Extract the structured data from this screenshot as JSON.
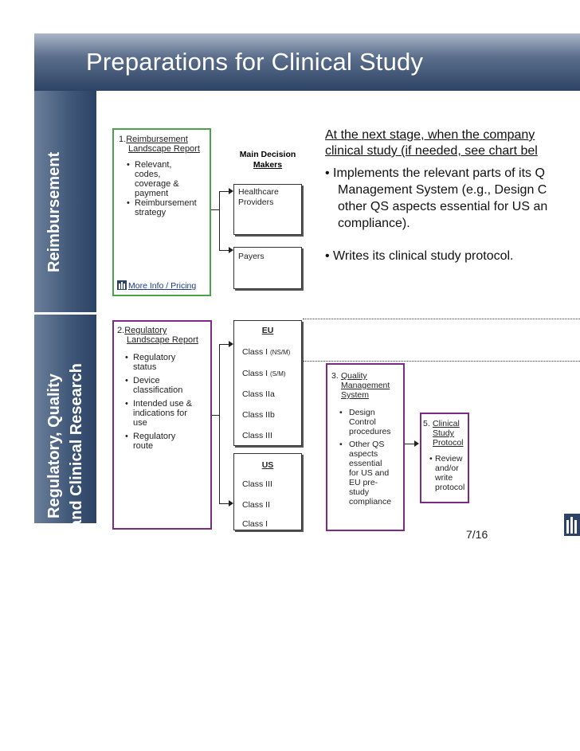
{
  "title": "Preparations for Clinical Study",
  "side_labels": {
    "reimbursement": "Reimbursement",
    "regulatory_line1": "Regulatory, Quality",
    "regulatory_line2": "and Clinical Research"
  },
  "reimb_report": {
    "number": "1.",
    "title_line1": "Reimbursement",
    "title_line2": "Landscape Report",
    "bullets": [
      "Relevant, codes, coverage & payment",
      "Reimbursement strategy"
    ],
    "b1": [
      "Relevant,",
      "codes,",
      "coverage &",
      "payment"
    ],
    "b2": [
      "Reimbursement",
      "strategy"
    ]
  },
  "decision_makers": {
    "heading_line1": "Main Decision",
    "heading_line2": "Makers",
    "healthcare_line1": "Healthcare",
    "healthcare_line2": "Providers",
    "payers": "Payers"
  },
  "more_info": "More Info / Pricing",
  "reg_report": {
    "number": "2.",
    "title_line1": "Regulatory",
    "title_line2": "Landscape Report",
    "b1": [
      "Regulatory",
      "status"
    ],
    "b2": [
      "Device",
      "classification"
    ],
    "b3": [
      "Intended use &",
      "indications for",
      "use"
    ],
    "b4": [
      "Regulatory",
      "route"
    ]
  },
  "eu": {
    "heading": "EU",
    "class1_ns": "Class I",
    "class1_ns_tag": "(NS/M)",
    "class1_s": "Class I",
    "class1_s_tag": "(S/M)",
    "class2a": "Class IIa",
    "class2b": "Class IIb",
    "class3": "Class III"
  },
  "us": {
    "heading": "US",
    "class3": "Class III",
    "class2": "Class II",
    "class1": "Class I"
  },
  "qms": {
    "number": "3.",
    "title": [
      "Quality",
      "Management",
      "System"
    ],
    "b1": [
      "Design",
      "Control",
      "procedures"
    ],
    "b2": [
      "Other QS",
      "aspects",
      "essential",
      "for US and",
      "EU pre-",
      "study",
      "compliance"
    ]
  },
  "protocol": {
    "number": "5.",
    "title": [
      "Clinical",
      "Study",
      "Protocol"
    ],
    "b1": [
      "Review",
      "and/or",
      "write",
      "protocol"
    ]
  },
  "right_text": {
    "lead1": "At the next stage, when the company",
    "lead2": "clinical study (if needed, see chart bel",
    "p1_l1": "Implements the relevant parts of its Q",
    "p1_l2": "Management System (e.g., Design C",
    "p1_l3": "other QS aspects essential for US an",
    "p1_l4": "compliance).",
    "p2": "Writes its clinical study protocol."
  },
  "page_number": "7/16",
  "colors": {
    "navy": "#2d4365",
    "green_border": "#4aa34a",
    "purple_border": "#7d2a86",
    "link_blue": "#1a3a8a"
  },
  "icons": [
    "logo-icon",
    "bullet-dot"
  ]
}
